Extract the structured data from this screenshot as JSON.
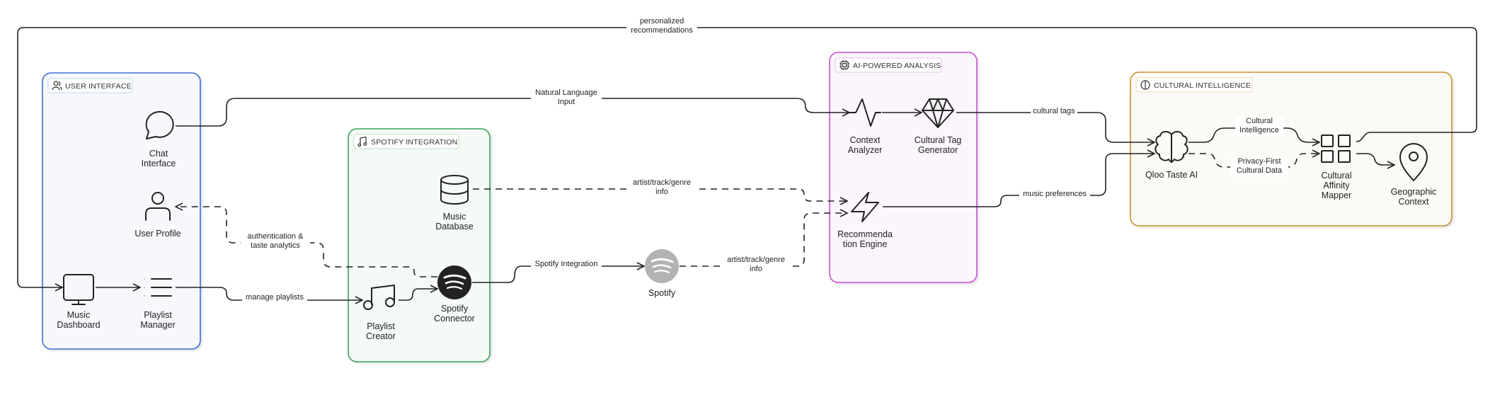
{
  "groups": {
    "user_interface": {
      "title": "USER INTERFACE",
      "icon": "users-icon",
      "border": "#3b6fd4",
      "fill": "#f6f8fc"
    },
    "spotify_integration": {
      "title": "SPOTIFY INTEGRATION",
      "icon": "music-notes-icon",
      "border": "#3aa25a",
      "fill": "#f5faf6"
    },
    "ai_analysis": {
      "title": "AI-POWERED ANALYSIS",
      "icon": "cpu-chip-icon",
      "border": "#c84fd6",
      "fill": "#fbf5fc"
    },
    "cultural_intelligence": {
      "title": "CULTURAL INTELLIGENCE",
      "icon": "brain-outline-icon",
      "border": "#c9902e",
      "fill": "#fbfaf6"
    }
  },
  "nodes": {
    "chat_interface": {
      "label": [
        "Chat",
        "Interface"
      ],
      "icon": "chat-bubble-icon"
    },
    "user_profile": {
      "label": [
        "User Profile"
      ],
      "icon": "user-icon"
    },
    "music_dashboard": {
      "label": [
        "Music",
        "Dashboard"
      ],
      "icon": "monitor-icon"
    },
    "playlist_manager": {
      "label": [
        "Playlist",
        "Manager"
      ],
      "icon": "list-icon"
    },
    "music_database": {
      "label": [
        "Music",
        "Database"
      ],
      "icon": "database-icon"
    },
    "playlist_creator": {
      "label": [
        "Playlist",
        "Creator"
      ],
      "icon": "music-note-icon"
    },
    "spotify_connector": {
      "label": [
        "Spotify",
        "Connector"
      ],
      "icon": "spotify-icon",
      "color": "#222222"
    },
    "spotify": {
      "label": [
        "Spotify"
      ],
      "icon": "spotify-icon",
      "color": "#b3b3b3"
    },
    "context_analyzer": {
      "label": [
        "Context",
        "Analyzer"
      ],
      "icon": "pulse-icon"
    },
    "cultural_tag_generator": {
      "label": [
        "Cultural Tag",
        "Generator"
      ],
      "icon": "gem-icon"
    },
    "recommendation_engine": {
      "label": [
        "Recommenda",
        "tion Engine"
      ],
      "icon": "lightning-icon"
    },
    "qloo_taste_ai": {
      "label": [
        "Qloo Taste AI"
      ],
      "icon": "brain-icon"
    },
    "cultural_affinity_mapper": {
      "label": [
        "Cultural",
        "Affinity",
        "Mapper"
      ],
      "icon": "grid-icon"
    },
    "geographic_context": {
      "label": [
        "Geographic",
        "Context"
      ],
      "icon": "map-pin-icon"
    }
  },
  "edges": {
    "personalized_recommendations": [
      "personalized",
      "recommendations"
    ],
    "natural_language_input": [
      "Natural Language",
      "Input"
    ],
    "authentication": [
      "authentication &",
      "taste analytics"
    ],
    "manage_playlists": [
      "manage playlists"
    ],
    "db_info": [
      "artist/track/genre",
      "info"
    ],
    "spotify_integration": [
      "Spotify Integration"
    ],
    "spotify_info": [
      "artist/track/genre",
      "info"
    ],
    "cultural_tags": [
      "cultural tags"
    ],
    "music_preferences": [
      "music preferences"
    ],
    "cultural_intelligence": [
      "Cultural",
      "Intelligence"
    ],
    "privacy_first": [
      "Privacy-First",
      "Cultural Data"
    ]
  }
}
